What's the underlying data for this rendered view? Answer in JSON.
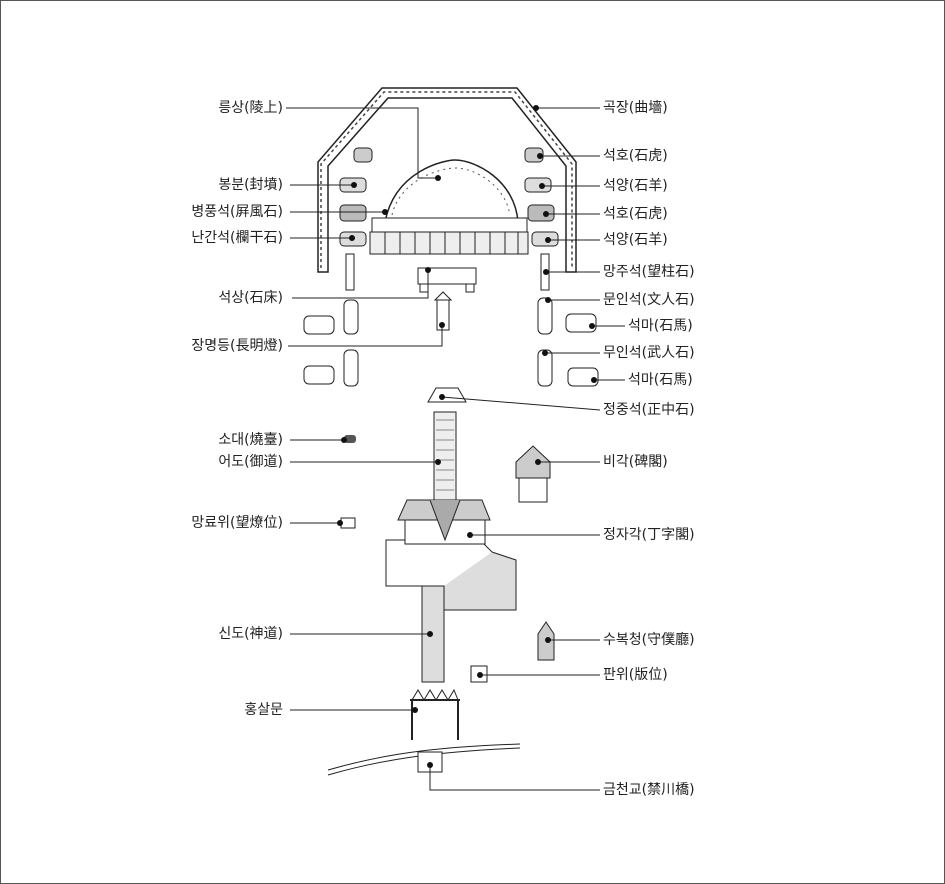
{
  "labels": {
    "neungsang": "릉상(陵上)",
    "bongbun": "봉분(封墳)",
    "byeongpungseok": "병풍석(屛風石)",
    "nanganseok": "난간석(欄干石)",
    "seoksang": "석상(石床)",
    "jangmyeongdeung": "장명등(長明燈)",
    "sodae": "소대(燒臺)",
    "eodo": "어도(御道)",
    "mangryowi": "망료위(望燎位)",
    "sindo": "신도(神道)",
    "hongsalmun": "홍살문",
    "gokjang": "곡장(曲墻)",
    "seokho1": "석호(石虎)",
    "seogyang1": "석양(石羊)",
    "seokho2": "석호(石虎)",
    "seogyang2": "석양(石羊)",
    "mangjuseok": "망주석(望柱石)",
    "muninseok": "문인석(文人石)",
    "seokma1": "석마(石馬)",
    "mugninseok": "무인석(武人石)",
    "seokma2": "석마(石馬)",
    "jeongjungseok": "정중석(正中石)",
    "bigak": "비각(碑閣)",
    "jeongjagak": "정자각(丁字閣)",
    "subokcheong": "수복청(守僕廳)",
    "panwi": "판위(版位)",
    "geumcheongyo": "금천교(禁川橋)"
  }
}
